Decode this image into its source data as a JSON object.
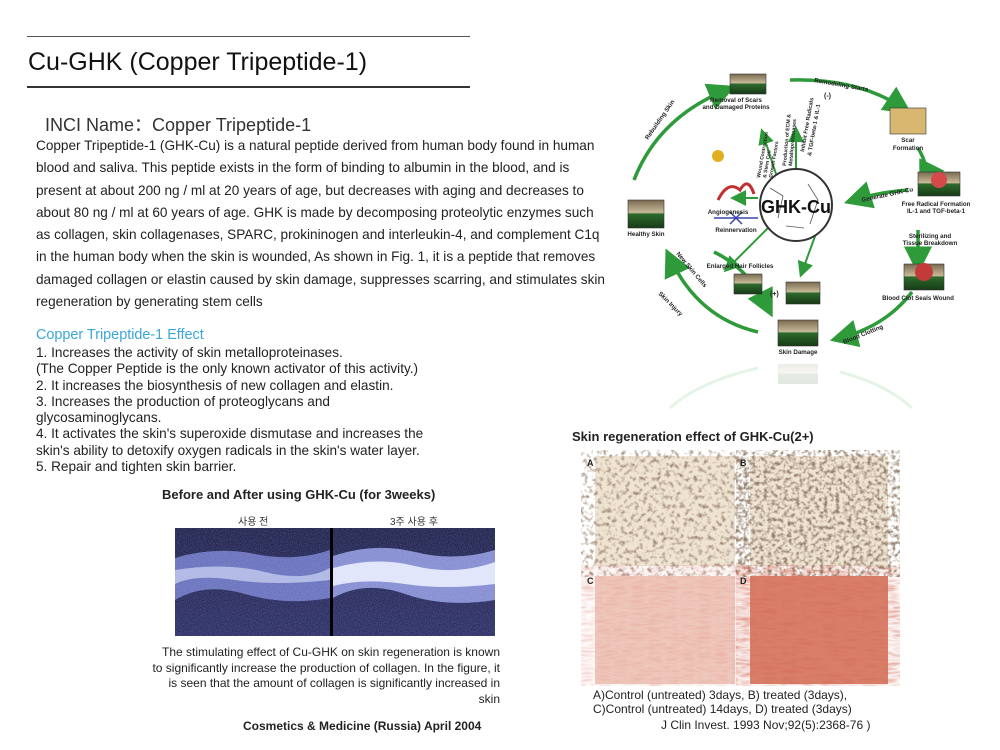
{
  "header": {
    "title": "Cu-GHK (Copper Tripeptide-1)"
  },
  "inci": {
    "label": "INCI Name：Copper Tripeptide-1"
  },
  "intro": {
    "text": "Copper Tripeptide-1 (GHK-Cu) is a natural peptide derived from human body found in human blood and saliva. This peptide exists in the form of binding to albumin in the blood, and is present at about 200 ng / ml at 20 years of age, but decreases with aging and decreases to about 80 ng / ml at 60 years of age. GHK is made by decomposing proteolytic enzymes such as collagen, skin collagenases, SPARC, prokininogen and interleukin-4, and complement C1q in the human body when the skin is wounded, As shown in Fig. 1, it is a peptide that removes damaged collagen or elastin caused by skin damage, suppresses scarring, and stimulates skin regeneration by generating stem cells"
  },
  "effects": {
    "heading": "Copper Tripeptide-1 Effect",
    "lines": [
      "1. Increases the activity of skin metalloproteinases.",
      "(The Copper Peptide is the only known activator of this activity.)",
      "2. It increases the biosynthesis of new collagen and elastin.",
      "3. Increases the production of proteoglycans and",
      "glycosaminoglycans.",
      "4. It activates the skin's superoxide dismutase and increases the",
      "skin's ability to detoxify oxygen radicals in the skin's water layer.",
      "5. Repair and tighten skin barrier."
    ]
  },
  "before_after": {
    "title": "Before and After using GHK-Cu (for 3weeks)",
    "before_label": "사용 전",
    "after_label": "3주 사용 후",
    "caption": "The stimulating effect of Cu-GHK on skin regeneration is known to significantly increase the production of collagen. In the figure, it is seen that the amount of collagen is significantly increased in skin",
    "source": "Cosmetics & Medicine (Russia) April 2004"
  },
  "regeneration": {
    "title": "Skin regeneration effect of GHK-Cu(2+)",
    "panels": [
      "A",
      "B",
      "C",
      "D"
    ],
    "caption_line1": "A)Control (untreated) 3days, B) treated (3days),",
    "caption_line2": "C)Control (untreated) 14days, D) treated (3days)",
    "source": "J Clin Invest. 1993 Nov;92(5):2368-76 )"
  },
  "cycle_diagram": {
    "center": "GHK-Cu",
    "nodes": {
      "removal": [
        "Removal of Scars",
        "and Damaged Proteins"
      ],
      "scar": [
        "Scar",
        "Formation"
      ],
      "free_radical": [
        "Free Radical Formation",
        "IL-1 and TGF-beta-1"
      ],
      "sterilizing": [
        "Sterilizing and",
        "Tissue Breakdown"
      ],
      "blood_clot": "Blood Clot Seals Wound",
      "skin_damage": "Skin Damage",
      "healthy": "Healthy Skin",
      "angiogenesis": "Angiogenesis",
      "reinnervation": "Reinnervation",
      "hair": "Enlarged Hair Follicles"
    },
    "arrows": {
      "remodeling": "Remodeling Starts",
      "rebuilding": "Rebuilding Skin",
      "generate": "Generate GHK-Cu",
      "clotting": "Blood Clotting",
      "injury": "Skin Injury",
      "new_cells": "New Skin Cells",
      "inhibit": [
        "Inhibit Free Radicals",
        "& TGF-beta-1 & IL-1"
      ],
      "produce": [
        "Production of ECM &",
        "Metalloproteinases"
      ],
      "wound": [
        "Wound Contraction",
        "& Stem Cell",
        "Growth Factors"
      ]
    },
    "signs": {
      "minus": "(-)",
      "plus": "(+)"
    }
  }
}
